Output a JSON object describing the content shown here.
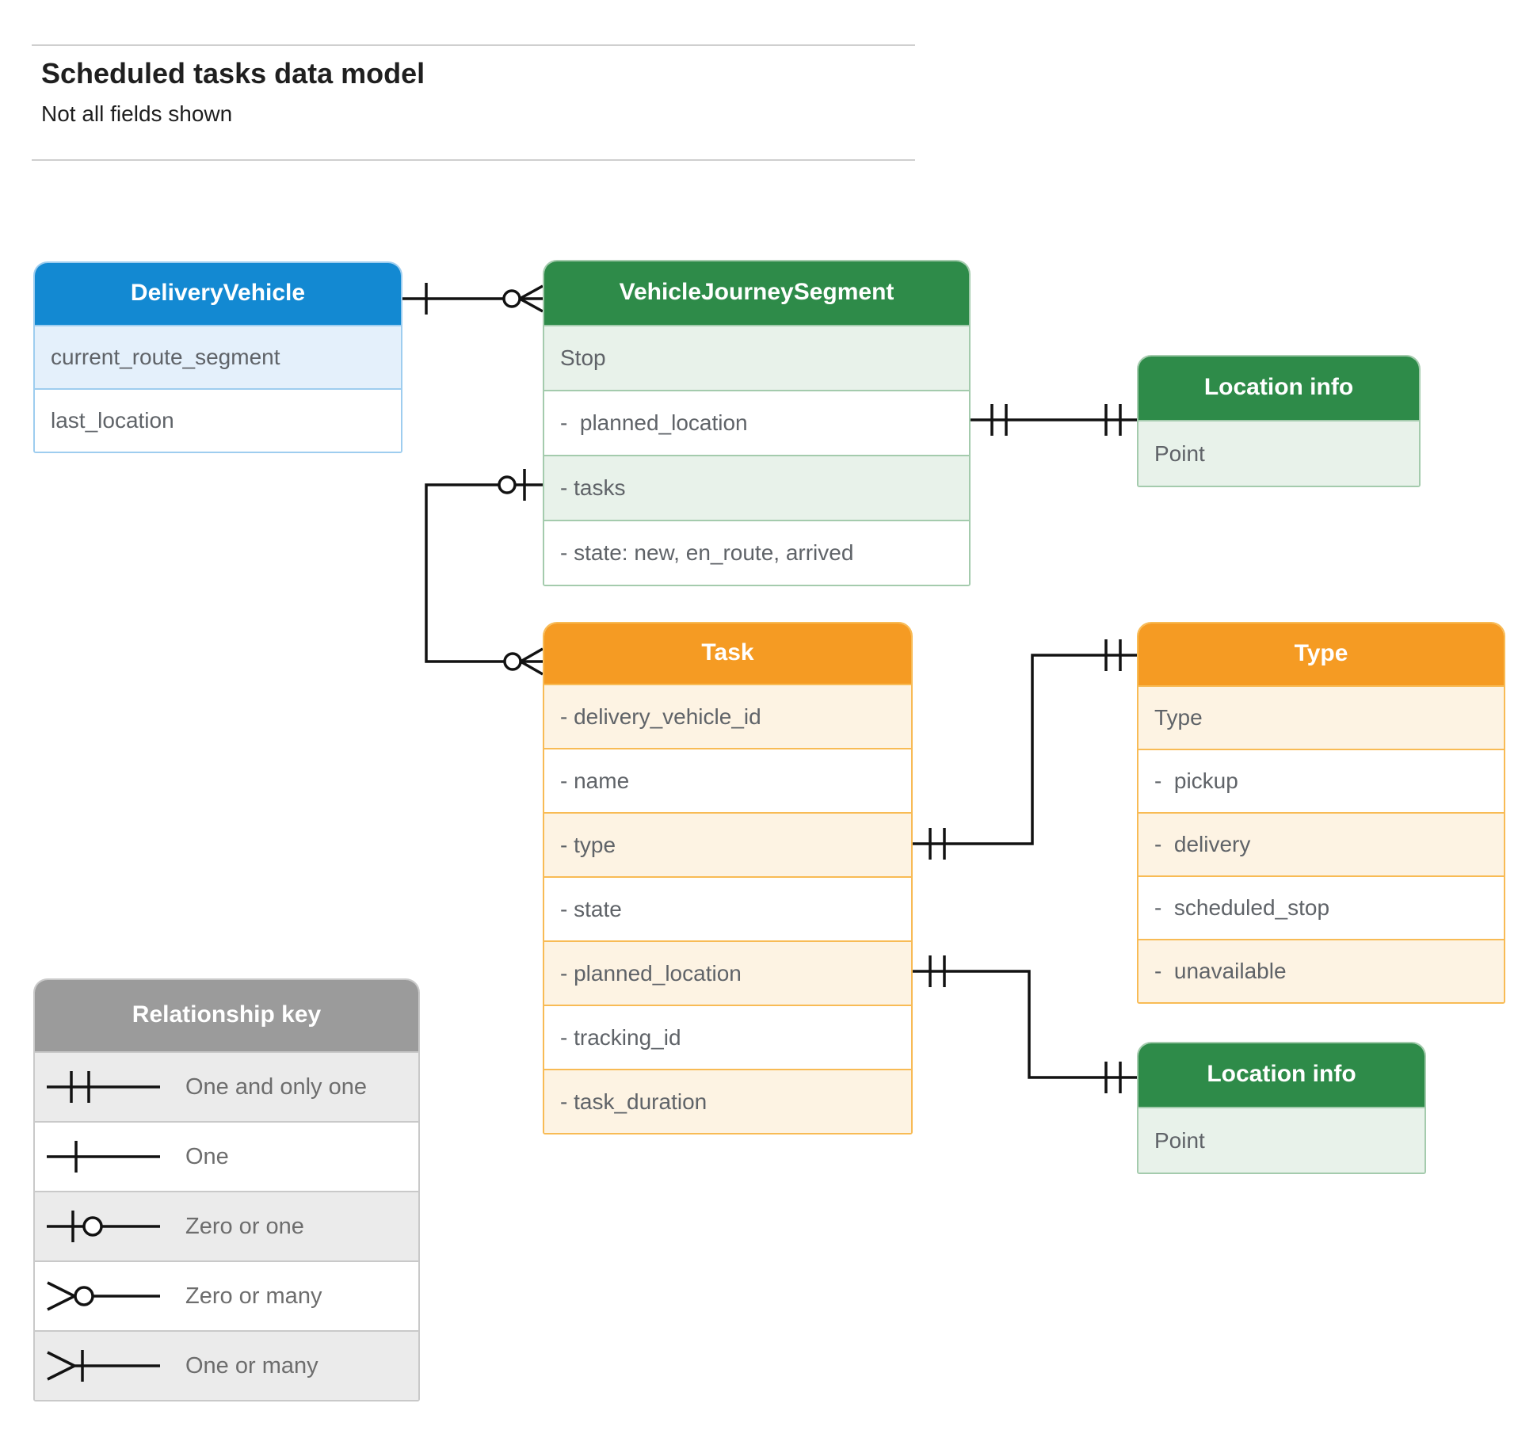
{
  "page": {
    "title": "Scheduled tasks data model",
    "subtitle": "Not all fields shown"
  },
  "colors": {
    "blue_header": "#1389d2",
    "green_header": "#2e8b49",
    "orange_header": "#f59b23",
    "gray_header": "#9b9b9b",
    "row_text": "#5f6368",
    "connector": "#121212"
  },
  "entities": {
    "delivery_vehicle": {
      "title": "DeliveryVehicle",
      "rows": [
        "current_route_segment",
        "last_location"
      ]
    },
    "vehicle_journey_segment": {
      "title": "VehicleJourneySegment",
      "rows": [
        "Stop",
        "-  planned_location",
        "- tasks",
        "- state: new, en_route, arrived"
      ]
    },
    "location_info_1": {
      "title": "Location info",
      "rows": [
        "Point"
      ]
    },
    "task": {
      "title": "Task",
      "rows": [
        "- delivery_vehicle_id",
        "- name",
        "- type",
        "- state",
        "- planned_location",
        "- tracking_id",
        "- task_duration"
      ]
    },
    "type": {
      "title": "Type",
      "rows": [
        "Type",
        "-  pickup",
        "-  delivery",
        "-  scheduled_stop",
        "-  unavailable"
      ]
    },
    "location_info_2": {
      "title": "Location info",
      "rows": [
        "Point"
      ]
    }
  },
  "relationship_key": {
    "title": "Relationship key",
    "items": [
      "One and only one",
      "One",
      "Zero or one",
      "Zero or many",
      "One or many"
    ]
  },
  "connections": [
    {
      "from": "DeliveryVehicle",
      "from_marker": "one",
      "to": "VehicleJourneySegment",
      "to_marker": "zero-or-many"
    },
    {
      "from": "VehicleJourneySegment.tasks",
      "from_marker": "zero-or-one",
      "to": "Task",
      "to_marker": "zero-or-many"
    },
    {
      "from": "VehicleJourneySegment.planned_location",
      "from_marker": "one-and-only-one",
      "to": "Location info",
      "to_marker": "one-and-only-one"
    },
    {
      "from": "Task.type",
      "from_marker": "one-and-only-one",
      "to": "Type",
      "to_marker": "one-and-only-one"
    },
    {
      "from": "Task.planned_location",
      "from_marker": "one-and-only-one",
      "to": "Location info",
      "to_marker": "one-and-only-one"
    }
  ]
}
